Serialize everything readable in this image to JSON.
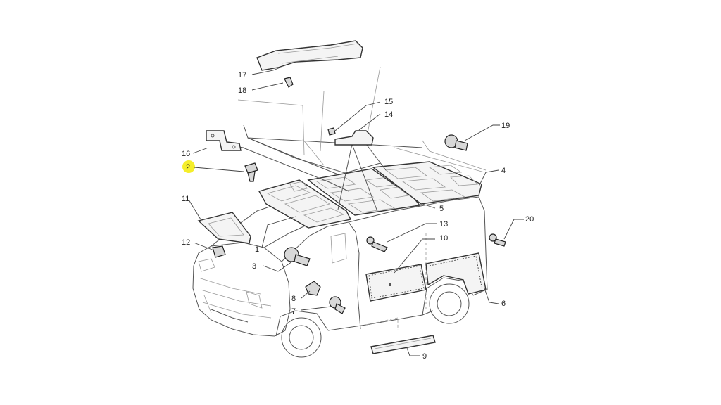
{
  "highlight_color": "#f5ee2a",
  "callouts": [
    {
      "id": "1",
      "text": "1"
    },
    {
      "id": "2",
      "text": "2"
    },
    {
      "id": "3",
      "text": "3"
    },
    {
      "id": "4",
      "text": "4"
    },
    {
      "id": "5",
      "text": "5"
    },
    {
      "id": "6",
      "text": "6"
    },
    {
      "id": "7",
      "text": "7"
    },
    {
      "id": "8",
      "text": "8"
    },
    {
      "id": "9",
      "text": "9"
    },
    {
      "id": "10",
      "text": "10"
    },
    {
      "id": "11",
      "text": "11"
    },
    {
      "id": "12",
      "text": "12"
    },
    {
      "id": "13",
      "text": "13"
    },
    {
      "id": "14",
      "text": "14"
    },
    {
      "id": "15",
      "text": "15"
    },
    {
      "id": "16",
      "text": "16"
    },
    {
      "id": "17",
      "text": "17"
    },
    {
      "id": "18",
      "text": "18"
    },
    {
      "id": "19",
      "text": "19"
    },
    {
      "id": "20",
      "text": "20"
    }
  ]
}
